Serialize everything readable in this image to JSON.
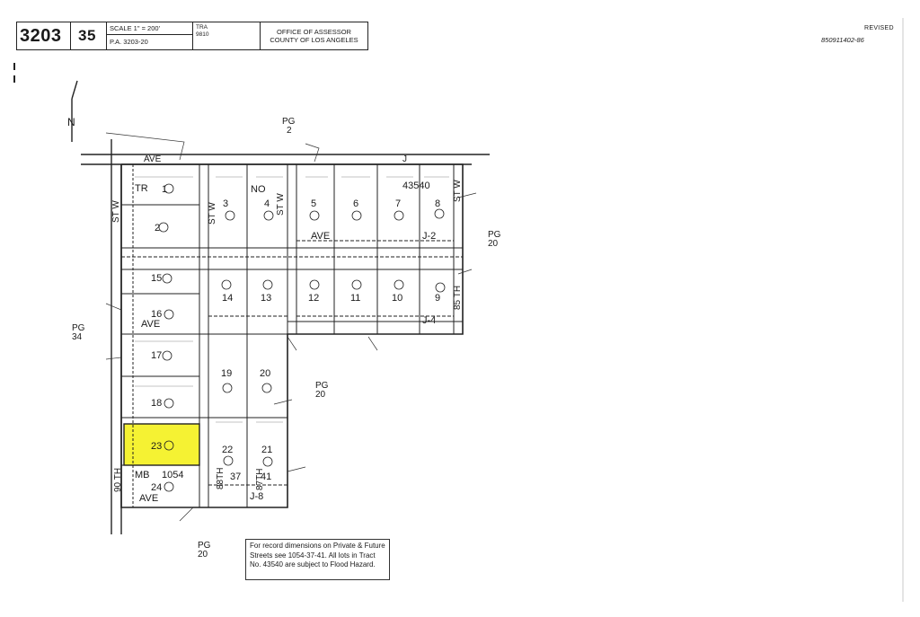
{
  "header": {
    "map_book": "3203",
    "page": "35",
    "scale": "SCALE 1\" = 200'",
    "pa": "P.A. 3203-20",
    "tra_label": "TRA",
    "tra_value": "9810",
    "office_line1": "OFFICE OF ASSESSOR",
    "office_line2": "COUNTY OF LOS ANGELES",
    "revised_label": "REVISED",
    "revised_code": "850911402-86"
  },
  "north_label": "N",
  "page_refs": {
    "top": {
      "pg": "PG",
      "num": "2"
    },
    "left": {
      "pg": "PG",
      "num": "34"
    },
    "right": {
      "pg": "PG",
      "num": "20"
    },
    "middle": {
      "pg": "PG",
      "num": "20"
    },
    "bottom": {
      "pg": "PG",
      "num": "20"
    }
  },
  "streets": {
    "ave_j_1": "AVE",
    "ave_j_2": "J",
    "st_w_left": "ST W",
    "st_w_3": "ST W",
    "st_w_4": "ST W",
    "st_w_8": "ST W",
    "ave_mid": "AVE",
    "ave_mid_j2": "J-2",
    "ave_16": "AVE",
    "ave_j4": "J-4",
    "th_85": "85 TH",
    "th_90": "90 TH",
    "th_88": "88TH",
    "th_87": "87TH",
    "ave_24": "AVE",
    "ave_j8": "J-8"
  },
  "tract": {
    "tr": "TR",
    "no": "NO",
    "number": "43540",
    "mb": "MB",
    "mb_num": "1054",
    "mb_ref": "37",
    "mb_ref2": "41"
  },
  "lots": [
    {
      "num": "1",
      "circ": "1"
    },
    {
      "num": "2",
      "circ": "2"
    },
    {
      "num": "3",
      "circ": "3"
    },
    {
      "num": "4",
      "circ": "4"
    },
    {
      "num": "5",
      "circ": "5"
    },
    {
      "num": "6",
      "circ": "6"
    },
    {
      "num": "7",
      "circ": "7"
    },
    {
      "num": "8",
      "circ": "8"
    },
    {
      "num": "9",
      "circ": "9"
    },
    {
      "num": "10",
      "circ": "10"
    },
    {
      "num": "11",
      "circ": "11"
    },
    {
      "num": "12",
      "circ": "12"
    },
    {
      "num": "13",
      "circ": "13"
    },
    {
      "num": "14",
      "circ": "14"
    },
    {
      "num": "15",
      "circ": "15"
    },
    {
      "num": "16",
      "circ": "16"
    },
    {
      "num": "17",
      "circ": "17"
    },
    {
      "num": "18",
      "circ": "18"
    },
    {
      "num": "19",
      "circ": "19"
    },
    {
      "num": "20",
      "circ": "20"
    },
    {
      "num": "21",
      "circ": "21"
    },
    {
      "num": "22",
      "circ": "22"
    },
    {
      "num": "23",
      "circ": "23"
    },
    {
      "num": "24",
      "circ": "24"
    }
  ],
  "highlight_color": "#f5f233",
  "note": "For record dimensions on Private & Future Streets see 1054-37-41. All lots in Tract No. 43540 are subject to Flood Hazard."
}
